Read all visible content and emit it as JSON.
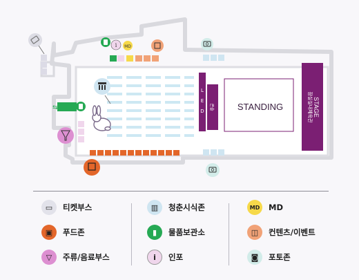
{
  "map": {
    "stage_label": "STAGE",
    "stage_vertical_text": "잠실실내체육관",
    "standing_label": "STANDING",
    "led_label": "LED",
    "led_sub": "콘솔"
  },
  "legend": {
    "items": [
      {
        "key": "ticket",
        "label": "티켓부스",
        "icon": "ticket-icon",
        "color": "#e2e2ea"
      },
      {
        "key": "food",
        "label": "푸드존",
        "icon": "food-icon",
        "color": "#e3662a"
      },
      {
        "key": "drink",
        "label": "주류/음료부스",
        "icon": "drink-icon",
        "color": "#dd8fd1"
      },
      {
        "key": "youth",
        "label": "청춘시식존",
        "icon": "youth-icon",
        "color": "#cfe5f1"
      },
      {
        "key": "locker",
        "label": "물품보관소",
        "icon": "locker-icon",
        "color": "#26a954"
      },
      {
        "key": "info",
        "label": "인포",
        "icon": "info-icon",
        "color": "#f0d6ec"
      },
      {
        "key": "md",
        "label": "MD",
        "icon": "md-icon",
        "color": "#f6d94a"
      },
      {
        "key": "content",
        "label": "컨텐츠/이벤트",
        "icon": "gift-icon",
        "color": "#f1a277"
      },
      {
        "key": "photo",
        "label": "포토존",
        "icon": "camera-icon",
        "color": "#d2ece9"
      }
    ]
  },
  "colors": {
    "stage": "#7b1f73",
    "accent_purple": "#7b1f73",
    "seat_blue": "#cde8f3",
    "food_orange": "#e3662a",
    "locker_green": "#26a954"
  }
}
